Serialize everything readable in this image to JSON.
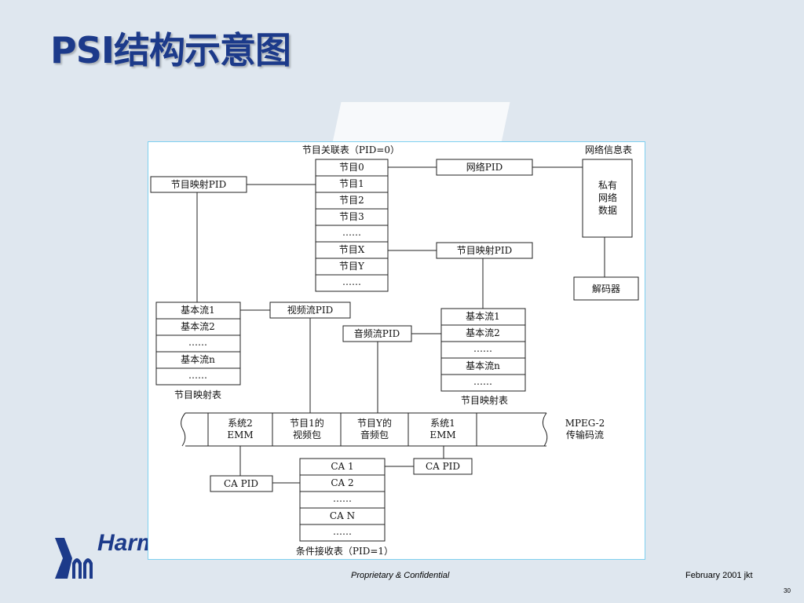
{
  "slide": {
    "title": "PSI结构示意图",
    "footer_left": "Proprietary & Confidential",
    "footer_right": "February 2001 jkt",
    "page_number": "30",
    "logo_text": "Harman"
  },
  "diagram": {
    "pat_caption": "节目关联表（PID=0）",
    "nit_caption": "网络信息表",
    "pat_rows": [
      "节目0",
      "节目1",
      "节目2",
      "节目3",
      "……",
      "节目X",
      "节目Y",
      "……"
    ],
    "network_pid": "网络PID",
    "private_data": [
      "私有",
      "网络",
      "数据"
    ],
    "decoder": "解码器",
    "pmt_pid_left": "节目映射PID",
    "pmt_pid_right": "节目映射PID",
    "video_pid": "视频流PID",
    "audio_pid": "音频流PID",
    "pmt_left_rows": [
      "基本流1",
      "基本流2",
      "……",
      "基本流n",
      "……"
    ],
    "pmt_left_caption": "节目映射表",
    "pmt_right_rows": [
      "基本流1",
      "基本流2",
      "……",
      "基本流n",
      "……"
    ],
    "pmt_right_caption": "节目映射表",
    "ts_cells": [
      [
        "系统2",
        "EMM"
      ],
      [
        "节目1的",
        "视频包"
      ],
      [
        "节目Y的",
        "音频包"
      ],
      [
        "系统1",
        "EMM"
      ]
    ],
    "ts_caption": [
      "MPEG-2",
      "传输码流"
    ],
    "ca_pid_left": "CA PID",
    "ca_pid_right": "CA PID",
    "cat_rows": [
      "CA 1",
      "CA 2",
      "……",
      "CA N",
      "……"
    ],
    "cat_caption": "条件接收表（PID=1）"
  }
}
